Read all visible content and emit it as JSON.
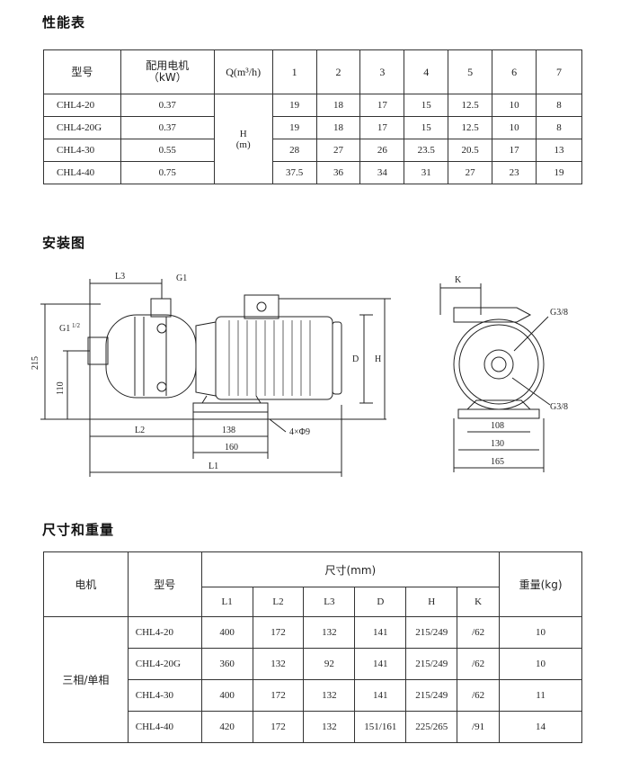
{
  "sections": {
    "performance_title": "性能表",
    "install_title": "安装图",
    "dimension_title": "尺寸和重量"
  },
  "performance": {
    "header": {
      "model": "型号",
      "motor_line1": "配用电机",
      "motor_line2": "（kW）",
      "flow": "Q(m³/h)",
      "flows": [
        "1",
        "2",
        "3",
        "4",
        "5",
        "6",
        "7"
      ]
    },
    "head_label": "H",
    "head_unit": "(m)",
    "rows": [
      {
        "model": "CHL4-20",
        "kw": "0.37",
        "h": [
          "19",
          "18",
          "17",
          "15",
          "12.5",
          "10",
          "8"
        ]
      },
      {
        "model": "CHL4-20G",
        "kw": "0.37",
        "h": [
          "19",
          "18",
          "17",
          "15",
          "12.5",
          "10",
          "8"
        ]
      },
      {
        "model": "CHL4-30",
        "kw": "0.55",
        "h": [
          "28",
          "27",
          "26",
          "23.5",
          "20.5",
          "17",
          "13"
        ]
      },
      {
        "model": "CHL4-40",
        "kw": "0.75",
        "h": [
          "37.5",
          "36",
          "34",
          "31",
          "27",
          "23",
          "19"
        ]
      }
    ]
  },
  "drawing_labels": {
    "L3": "L3",
    "G1": "G1",
    "G1_half": "G1",
    "half": "1/2",
    "d215": "215",
    "d110": "110",
    "L2": "L2",
    "d138": "138",
    "d160": "160",
    "d4phi9": "4×Φ9",
    "L1": "L1",
    "D": "D",
    "H": "H",
    "K": "K",
    "G38a": "G3/8",
    "G38b": "G3/8",
    "d108": "108",
    "d130": "130",
    "d165": "165"
  },
  "dimensions": {
    "header": {
      "motor": "电机",
      "model": "型号",
      "size": "尺寸(mm)",
      "weight": "重量(kg)",
      "cols": [
        "L1",
        "L2",
        "L3",
        "D",
        "H",
        "K"
      ]
    },
    "motor_type": "三相/单相",
    "rows": [
      {
        "model": "CHL4-20",
        "v": [
          "400",
          "172",
          "132",
          "141",
          "215/249",
          "/62"
        ],
        "w": "10"
      },
      {
        "model": "CHL4-20G",
        "v": [
          "360",
          "132",
          "92",
          "141",
          "215/249",
          "/62"
        ],
        "w": "10"
      },
      {
        "model": "CHL4-30",
        "v": [
          "400",
          "172",
          "132",
          "141",
          "215/249",
          "/62"
        ],
        "w": "11"
      },
      {
        "model": "CHL4-40",
        "v": [
          "420",
          "172",
          "132",
          "151/161",
          "225/265",
          "/91"
        ],
        "w": "14"
      }
    ]
  }
}
